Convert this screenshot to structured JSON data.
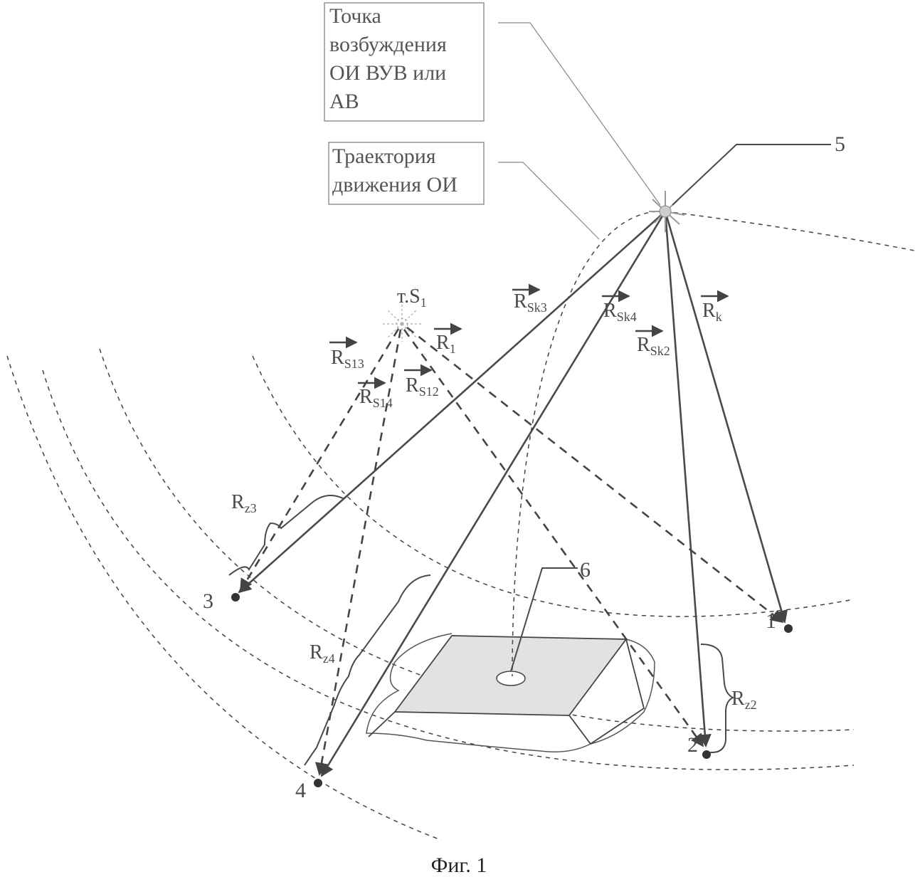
{
  "callouts": {
    "excitation_point": [
      "Точка",
      "возбуждения",
      "ОИ ВУВ или",
      "АВ"
    ],
    "trajectory": [
      "Траектория",
      "движения ОИ"
    ]
  },
  "points": {
    "s1": "т.S",
    "s1_sub": "1"
  },
  "numbers": {
    "n1": "1",
    "n2": "2",
    "n3": "3",
    "n4": "4",
    "n5": "5",
    "n6": "6"
  },
  "vectors": {
    "rsk3": {
      "main": "R",
      "sub": "Sk3"
    },
    "rsk4": {
      "main": "R",
      "sub": "Sk4"
    },
    "rsk2": {
      "main": "R",
      "sub": "Sk2"
    },
    "rk": {
      "main": "R",
      "sub": "k"
    },
    "rs13": {
      "main": "R",
      "sub": "S13"
    },
    "rs14": {
      "main": "R",
      "sub": "S14"
    },
    "rs12": {
      "main": "R",
      "sub": "S12"
    },
    "r1": {
      "main": "R",
      "sub": "1"
    }
  },
  "distances": {
    "rz3": {
      "main": "R",
      "sub": "z3"
    },
    "rz4": {
      "main": "R",
      "sub": "z4"
    },
    "rz2": {
      "main": "R",
      "sub": "z2"
    }
  },
  "caption": "Фиг. 1"
}
